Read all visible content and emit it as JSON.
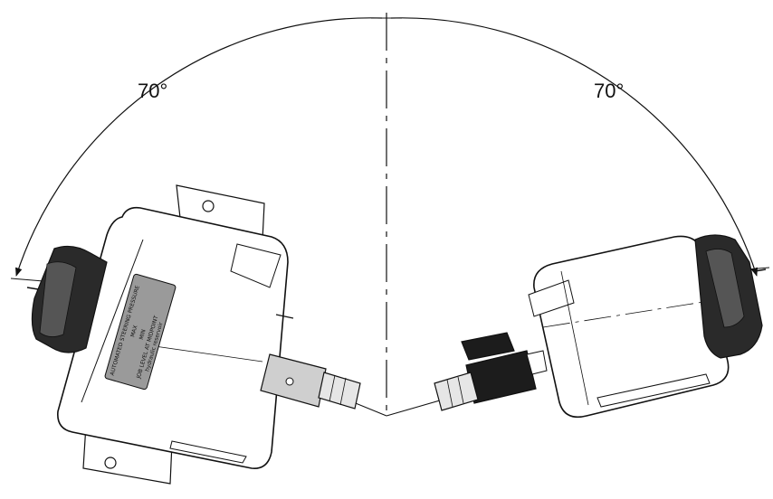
{
  "diagram": {
    "angle_left_label": "70°",
    "angle_right_label": "70°",
    "tilt_left_degrees": 70,
    "tilt_right_degrees": 70,
    "nameplate_lines": [
      "AUTOMATED STEERING PRESSURE",
      "MAX",
      "MIN",
      "JOB LEVEL AT MIDPOINT",
      "hydraulic reservoir"
    ]
  },
  "colors": {
    "line": "#111111",
    "body_fill": "#ffffff",
    "knob_fill": "#2a2a2a",
    "nameplate_fill": "#9a9a9a",
    "valve_handle_fill": "#1c1c1c"
  }
}
